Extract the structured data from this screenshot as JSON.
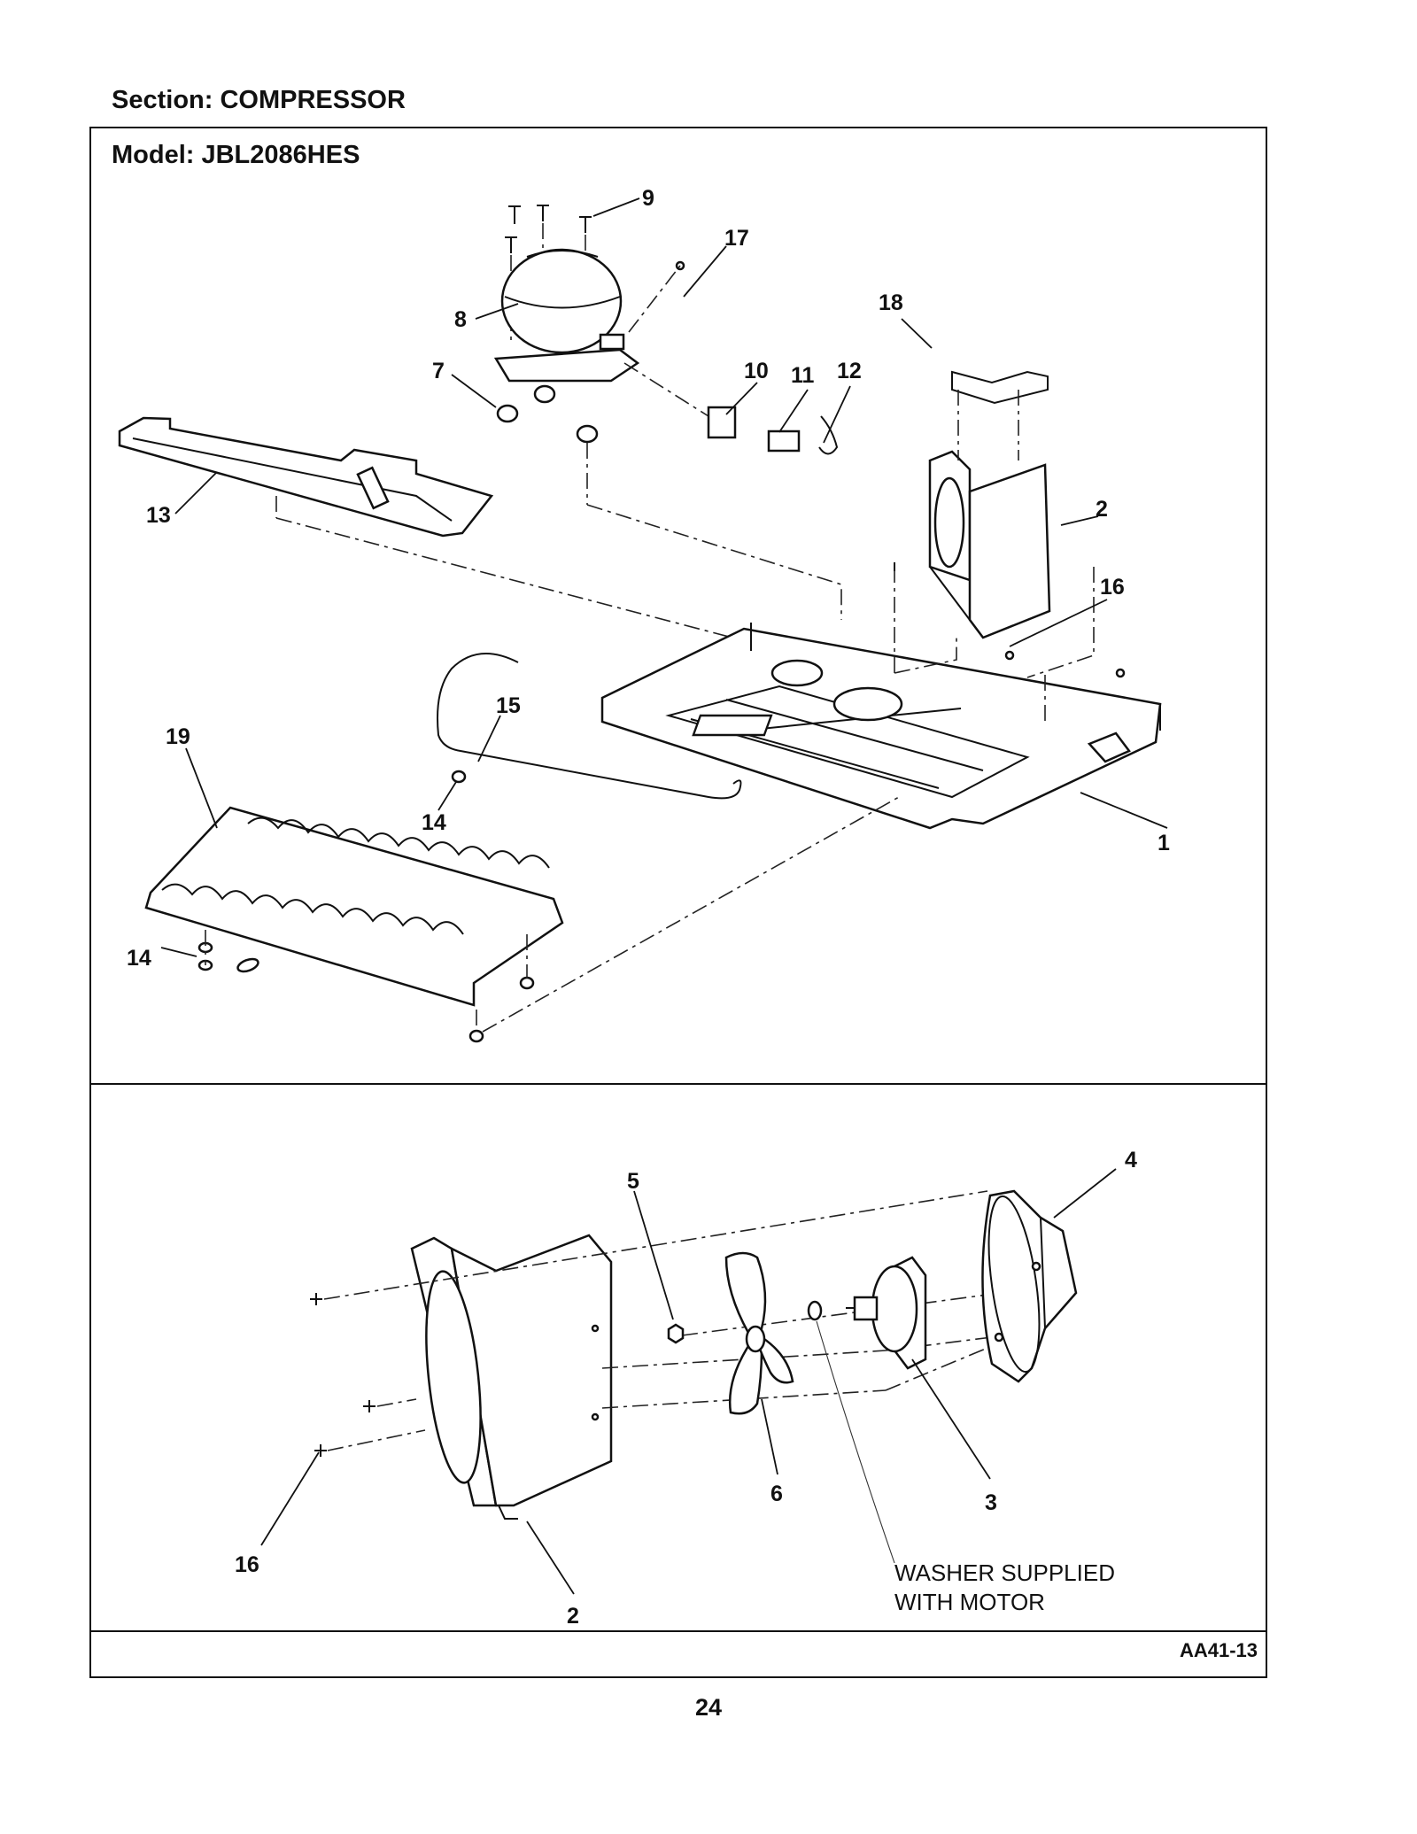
{
  "section": "Section:  COMPRESSOR",
  "model": "Model:  JBL2086HES",
  "reference_code": "AA41-13",
  "page_number": "24",
  "note_lines": [
    "WASHER SUPPLIED",
    "WITH MOTOR"
  ],
  "callouts_top": [
    "9",
    "17",
    "18",
    "8",
    "7",
    "10",
    "11",
    "12",
    "13",
    "2",
    "16",
    "15",
    "19",
    "14",
    "1",
    "14"
  ],
  "callouts_bottom": [
    "4",
    "5",
    "6",
    "3",
    "16",
    "2"
  ]
}
